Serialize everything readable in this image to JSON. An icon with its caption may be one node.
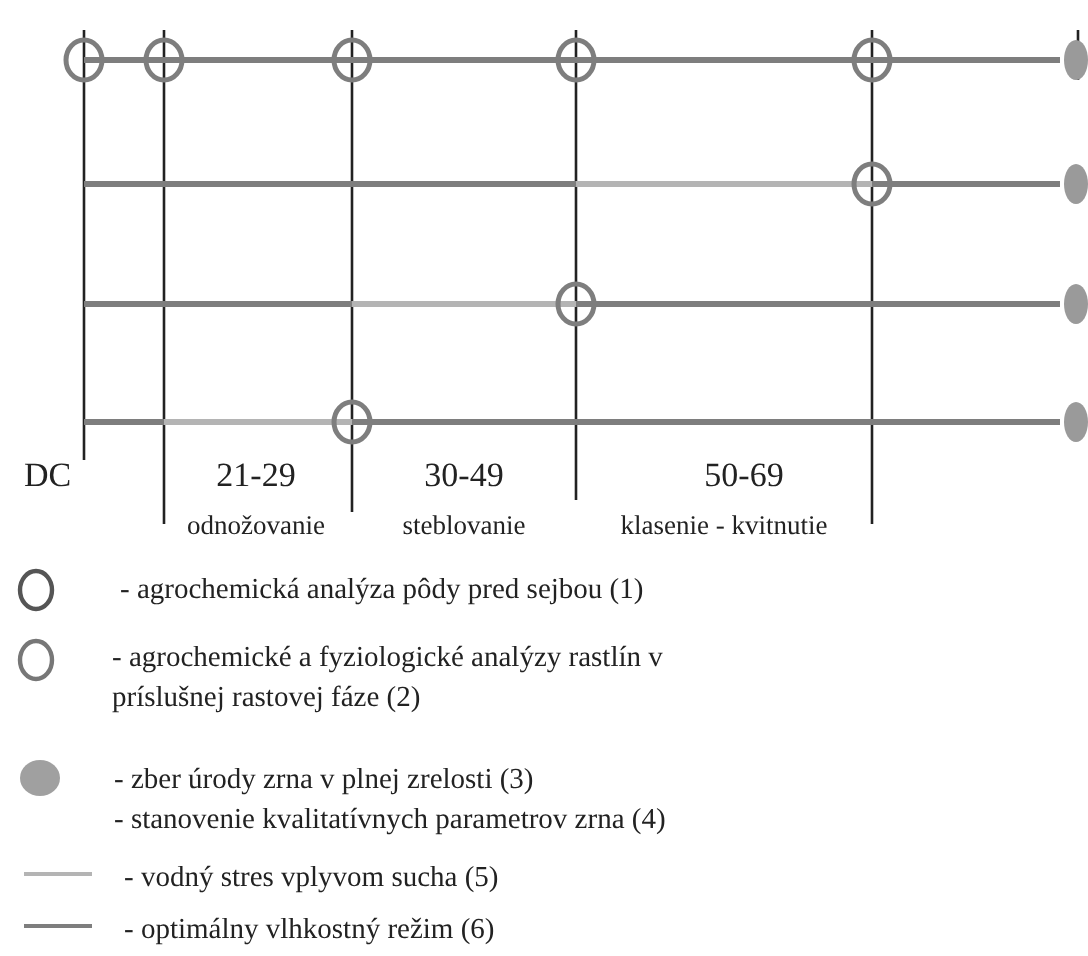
{
  "diagram": {
    "labels": [
      "DC",
      "21-29",
      "30-49",
      "50-69",
      "odnožovanie",
      "steblovanie",
      "klasenie - kvitnutie"
    ],
    "legend": [
      {
        "text": "- agrochemická analýza pôdy pred sejbou (1)"
      },
      {
        "text": "- agrochemické a fyziologické analýzy rastlín v príslušnej rastovej fáze (2)"
      },
      {
        "text": "- zber úrody zrna v plnej zrelosti (3)"
      },
      {
        "text": "- stanovenie kvalitatívnych parametrov zrna (4)"
      },
      {
        "text": "- vodný stres vplyvom sucha (5)"
      },
      {
        "text": "- optimálny vlhkostný režim (6)"
      }
    ]
  }
}
